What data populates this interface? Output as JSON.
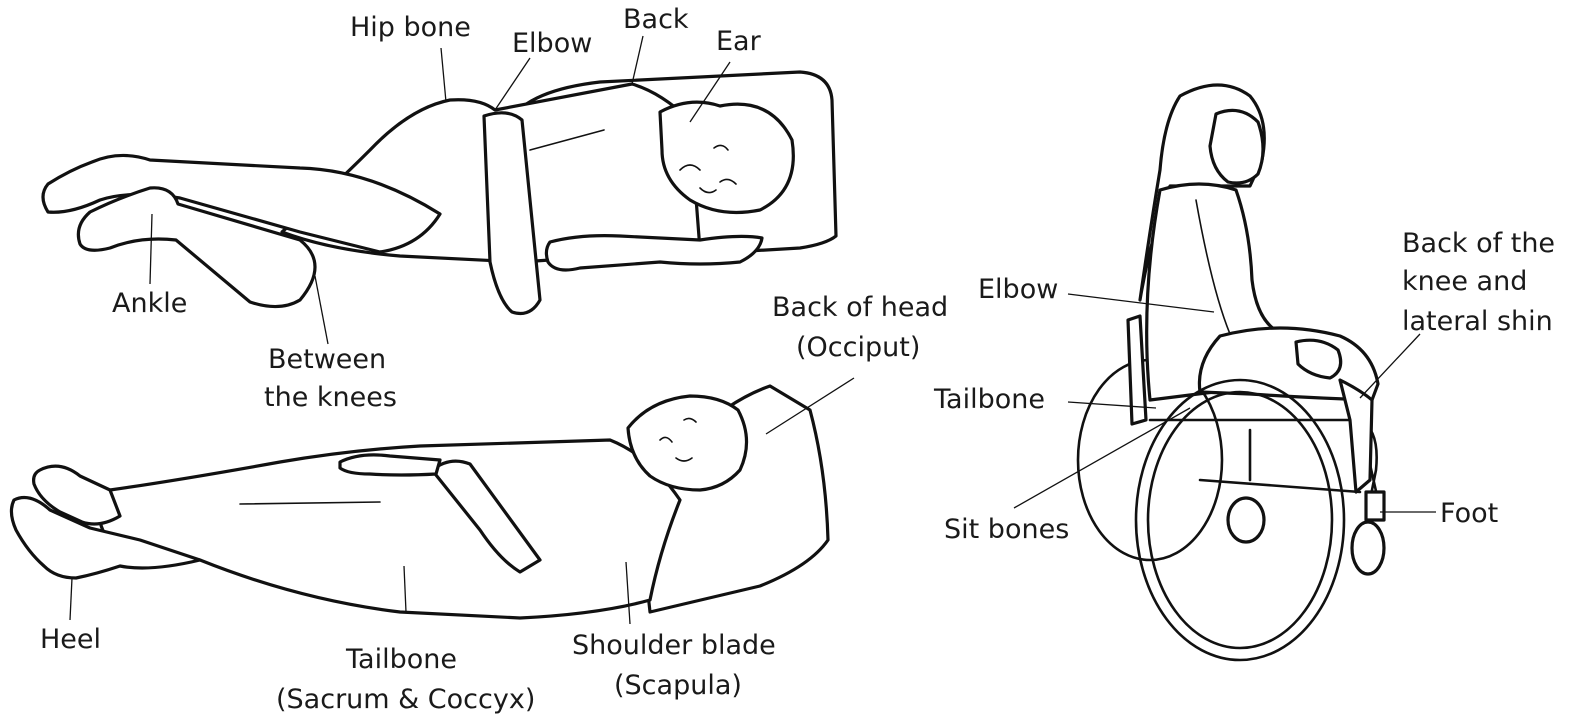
{
  "figure_side_lying": {
    "labels": {
      "hip_bone": "Hip bone",
      "elbow": "Elbow",
      "back": "Back",
      "ear": "Ear",
      "ankle": "Ankle",
      "between_knees_1": "Between",
      "between_knees_2": "the knees"
    }
  },
  "figure_supine": {
    "labels": {
      "back_of_head_1": "Back of head",
      "back_of_head_2": "(Occiput)",
      "heel": "Heel",
      "tailbone_1": "Tailbone",
      "tailbone_2": "(Sacrum & Coccyx)",
      "shoulder_blade_1": "Shoulder blade",
      "shoulder_blade_2": "(Scapula)"
    }
  },
  "figure_wheelchair": {
    "labels": {
      "elbow": "Elbow",
      "tailbone": "Tailbone",
      "sit_bones": "Sit bones",
      "foot": "Foot",
      "knee_1": "Back of the",
      "knee_2": "knee and",
      "knee_3": "lateral shin"
    }
  }
}
